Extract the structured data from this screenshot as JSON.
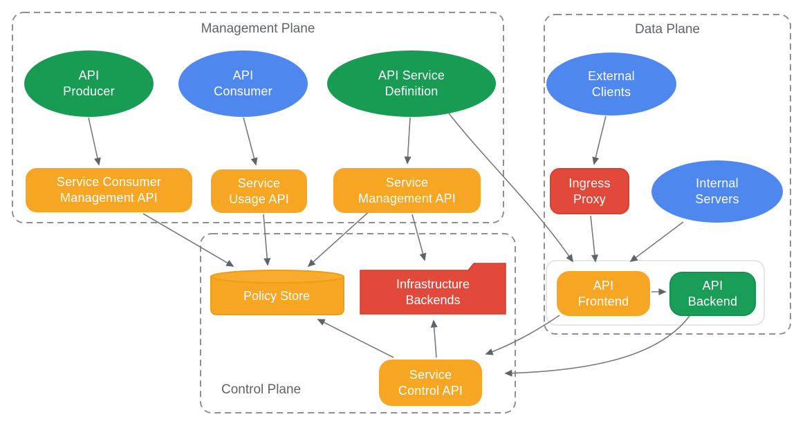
{
  "planes": {
    "management": "Management Plane",
    "data": "Data Plane",
    "control": "Control Plane"
  },
  "nodes": {
    "api_producer": "API\nProducer",
    "api_consumer": "API\nConsumer",
    "api_service_definition": "API Service\nDefinition",
    "service_consumer_management_api": "Service Consumer\nManagement API",
    "service_usage_api": "Service\nUsage API",
    "service_management_api": "Service\nManagement API",
    "external_clients": "External\nClients",
    "ingress_proxy": "Ingress\nProxy",
    "internal_servers": "Internal\nServers",
    "api_frontend": "API\nFrontend",
    "api_backend": "API\nBackend",
    "policy_store": "Policy Store",
    "infrastructure_backends": "Infrastructure\nBackends",
    "service_control_api": "Service\nControl API"
  },
  "edges": [
    {
      "from": "api_producer",
      "to": "service_consumer_management_api"
    },
    {
      "from": "api_consumer",
      "to": "service_usage_api"
    },
    {
      "from": "api_service_definition",
      "to": "service_management_api"
    },
    {
      "from": "api_service_definition",
      "to": "api_frontend"
    },
    {
      "from": "service_consumer_management_api",
      "to": "policy_store"
    },
    {
      "from": "service_usage_api",
      "to": "policy_store"
    },
    {
      "from": "service_management_api",
      "to": "policy_store"
    },
    {
      "from": "service_management_api",
      "to": "infrastructure_backends"
    },
    {
      "from": "external_clients",
      "to": "ingress_proxy"
    },
    {
      "from": "ingress_proxy",
      "to": "api_frontend"
    },
    {
      "from": "internal_servers",
      "to": "api_frontend"
    },
    {
      "from": "api_frontend",
      "to": "api_backend"
    },
    {
      "from": "api_frontend",
      "to": "service_control_api"
    },
    {
      "from": "api_backend",
      "to": "service_control_api"
    },
    {
      "from": "service_control_api",
      "to": "infrastructure_backends"
    },
    {
      "from": "service_control_api",
      "to": "policy_store"
    }
  ],
  "colors": {
    "green": "#189B52",
    "green_backend": "#1A9E57",
    "blue": "#4E87EE",
    "orange": "#F7A624",
    "orange_border": "#EE9C10",
    "red": "#E2493B",
    "red_border": "#D43A2B",
    "arrow_line": "#76797C",
    "arrow_head": "#5F6468",
    "plane_border": "#8C9094",
    "plane_label": "#5F6368",
    "gateway_container_border": "#DBDDE0"
  }
}
